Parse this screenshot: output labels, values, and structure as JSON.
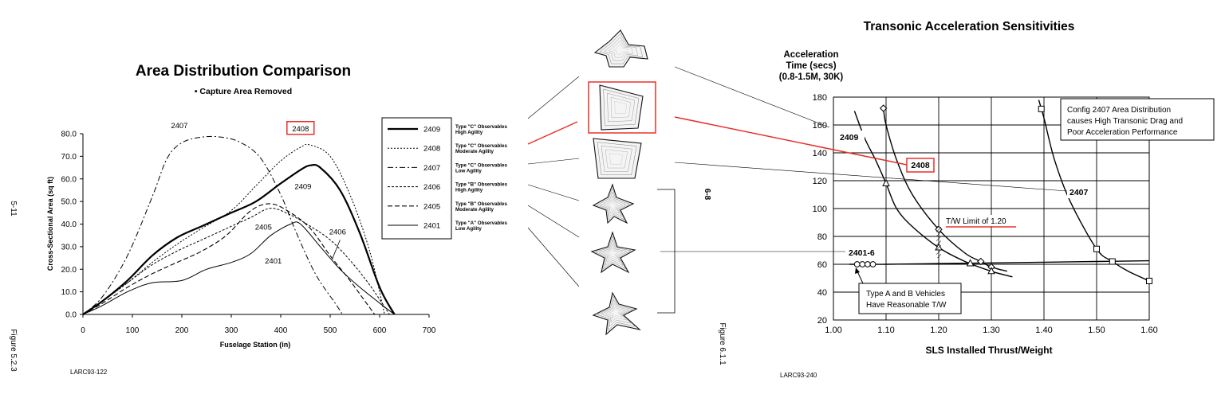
{
  "page_left": {
    "page_number": "5-11",
    "figure_label": "Figure 5.2.3",
    "doc_id": "LARC93-122"
  },
  "page_right": {
    "page_number": "6-8",
    "figure_label": "Figure 6.1.1",
    "doc_id": "LARC93-240"
  },
  "legend_box": {
    "entries": [
      {
        "name": "2409",
        "dash": "solid-thick",
        "desc1": "Type \"C\" Observables",
        "desc2": "High Agility"
      },
      {
        "name": "2408",
        "dash": "dot",
        "desc1": "Type \"C\" Observables",
        "desc2": "Moderate Agility"
      },
      {
        "name": "2407",
        "dash": "dashdot",
        "desc1": "Type \"C\" Observables",
        "desc2": "Low Agility"
      },
      {
        "name": "2406",
        "dash": "shortdash",
        "desc1": "Type \"B\" Observables",
        "desc2": "High Agility"
      },
      {
        "name": "2405",
        "dash": "dash",
        "desc1": "Type \"B\" Observables",
        "desc2": "Moderate Agility"
      },
      {
        "name": "2401",
        "dash": "solid",
        "desc1": "Type \"A\" Observables",
        "desc2": "Low Agility"
      }
    ]
  },
  "aircraft_icons": [
    "aircraft-2409-icon",
    "aircraft-2408-icon",
    "aircraft-2407-icon",
    "aircraft-2406-icon",
    "aircraft-2405-icon",
    "aircraft-2401-icon"
  ],
  "highlight_color": "#e8302a",
  "chart_data": [
    {
      "type": "line",
      "title": "Area Distribution Comparison",
      "subtitle": "• Capture Area Removed",
      "xlabel": "Fuselage Station (in)",
      "ylabel": "Cross-Sectional Area (sq ft)",
      "xlim": [
        0,
        700
      ],
      "ylim": [
        0,
        80
      ],
      "xticks": [
        0,
        100,
        200,
        300,
        400,
        500,
        600,
        700
      ],
      "yticks": [
        "0.0",
        "10.0",
        "20.0",
        "30.0",
        "40.0",
        "50.0",
        "60.0",
        "70.0",
        "80.0"
      ],
      "grid": false,
      "series": [
        {
          "name": "2409",
          "x": [
            0,
            40,
            90,
            140,
            190,
            240,
            300,
            350,
            400,
            440,
            460,
            480,
            520,
            560,
            600,
            630
          ],
          "y": [
            0,
            6,
            15,
            26,
            34,
            39,
            45,
            50,
            58,
            64,
            66,
            65,
            55,
            36,
            12,
            0
          ]
        },
        {
          "name": "2408",
          "x": [
            0,
            40,
            90,
            140,
            190,
            240,
            300,
            350,
            400,
            440,
            460,
            500,
            540,
            580,
            610
          ],
          "y": [
            0,
            6,
            14,
            23,
            31,
            38,
            46,
            57,
            68,
            74,
            75,
            70,
            53,
            28,
            0
          ]
        },
        {
          "name": "2407",
          "x": [
            0,
            40,
            90,
            140,
            170,
            200,
            240,
            280,
            320,
            360,
            400,
            430,
            470,
            510,
            525
          ],
          "y": [
            0,
            8,
            26,
            52,
            69,
            76,
            78.5,
            78.5,
            76,
            69,
            53,
            37,
            18,
            5,
            0
          ]
        },
        {
          "name": "2406",
          "x": [
            0,
            40,
            90,
            140,
            190,
            240,
            290,
            340,
            380,
            420,
            460,
            500,
            540,
            580,
            620
          ],
          "y": [
            0,
            6,
            14,
            22,
            28,
            33,
            38,
            43,
            47,
            44,
            39,
            33,
            24,
            13,
            0
          ]
        },
        {
          "name": "2405",
          "x": [
            0,
            40,
            90,
            140,
            190,
            240,
            290,
            340,
            380,
            420,
            460,
            500,
            540,
            570,
            590
          ],
          "y": [
            0,
            5,
            12,
            18,
            23,
            28,
            35,
            46,
            49,
            45,
            38,
            26,
            15,
            6,
            0
          ]
        },
        {
          "name": "2401",
          "x": [
            0,
            40,
            90,
            140,
            200,
            250,
            300,
            340,
            380,
            420,
            440,
            480,
            520,
            560,
            600,
            630
          ],
          "y": [
            0,
            4,
            10,
            14,
            15,
            20,
            23,
            27,
            35,
            40,
            40,
            30,
            20,
            12,
            5,
            0
          ]
        }
      ],
      "annotations": [
        {
          "text": "2407",
          "x": 195,
          "y": 83,
          "highlight": false
        },
        {
          "text": "2408",
          "x": 440,
          "y": 81.5,
          "highlight": true
        },
        {
          "text": "2409",
          "x": 445,
          "y": 56,
          "highlight": false
        },
        {
          "text": "2405",
          "x": 365,
          "y": 38,
          "highlight": false
        },
        {
          "text": "2406",
          "x": 515,
          "y": 36,
          "highlight": false
        },
        {
          "text": "2401",
          "x": 385,
          "y": 23,
          "highlight": false
        }
      ]
    },
    {
      "type": "line",
      "title": "Transonic Acceleration Sensitivities",
      "xlabel": "SLS Installed Thrust/Weight",
      "ylabel": [
        "Acceleration",
        "Time (secs)",
        "(0.8-1.5M, 30K)"
      ],
      "xlim": [
        1.0,
        1.6
      ],
      "ylim": [
        20,
        180
      ],
      "xticks": [
        "1.00",
        "1.10",
        "1.20",
        "1.30",
        "1.40",
        "1.50",
        "1.60"
      ],
      "yticks": [
        20,
        40,
        60,
        80,
        100,
        120,
        140,
        160,
        180
      ],
      "grid": true,
      "series": [
        {
          "name": "2409",
          "x": [
            1.04,
            1.06,
            1.08,
            1.1,
            1.12,
            1.15,
            1.2,
            1.25,
            1.3,
            1.34
          ],
          "y": [
            170,
            150,
            135,
            118,
            100,
            87,
            72,
            62,
            55,
            51
          ],
          "marker": "triangle"
        },
        {
          "name": "2408",
          "x": [
            1.095,
            1.1,
            1.12,
            1.15,
            1.2,
            1.25,
            1.28,
            1.3,
            1.33
          ],
          "y": [
            172,
            160,
            135,
            110,
            85,
            68,
            62,
            58,
            55
          ],
          "marker": "diamond"
        },
        {
          "name": "2407",
          "x": [
            1.39,
            1.4,
            1.42,
            1.45,
            1.5,
            1.53,
            1.56,
            1.6
          ],
          "y": [
            178,
            165,
            135,
            105,
            71,
            62,
            55,
            48
          ],
          "marker": "square"
        },
        {
          "name": "2401-6",
          "x": [
            1.03,
            1.1,
            1.2,
            1.3,
            1.4,
            1.5,
            1.6
          ],
          "y": [
            60,
            60,
            60.5,
            61,
            61.5,
            62,
            62.5
          ],
          "marker": "circle"
        }
      ],
      "markers": [
        {
          "shape": "diamond",
          "x": [
            1.095,
            1.2,
            1.28,
            1.3
          ]
        },
        {
          "shape": "triangle",
          "x": [
            1.1,
            1.2,
            1.26,
            1.3
          ]
        },
        {
          "shape": "square",
          "x": [
            1.395,
            1.5,
            1.53,
            1.6
          ]
        },
        {
          "shape": "circle",
          "x": [
            1.045,
            1.055,
            1.065,
            1.075
          ]
        }
      ],
      "labels": {
        "l2409": "2409",
        "l2408": "2408",
        "l2407": "2407",
        "l2401": "2401-6",
        "tw_limit": "T/W Limit of 1.20"
      },
      "callout_2407": [
        "Config 2407 Area Distribution",
        "causes High Transonic Drag and",
        "Poor Acceleration Performance"
      ],
      "callout_ab": [
        "Type A and B Vehicles",
        "Have Reasonable T/W"
      ]
    }
  ]
}
